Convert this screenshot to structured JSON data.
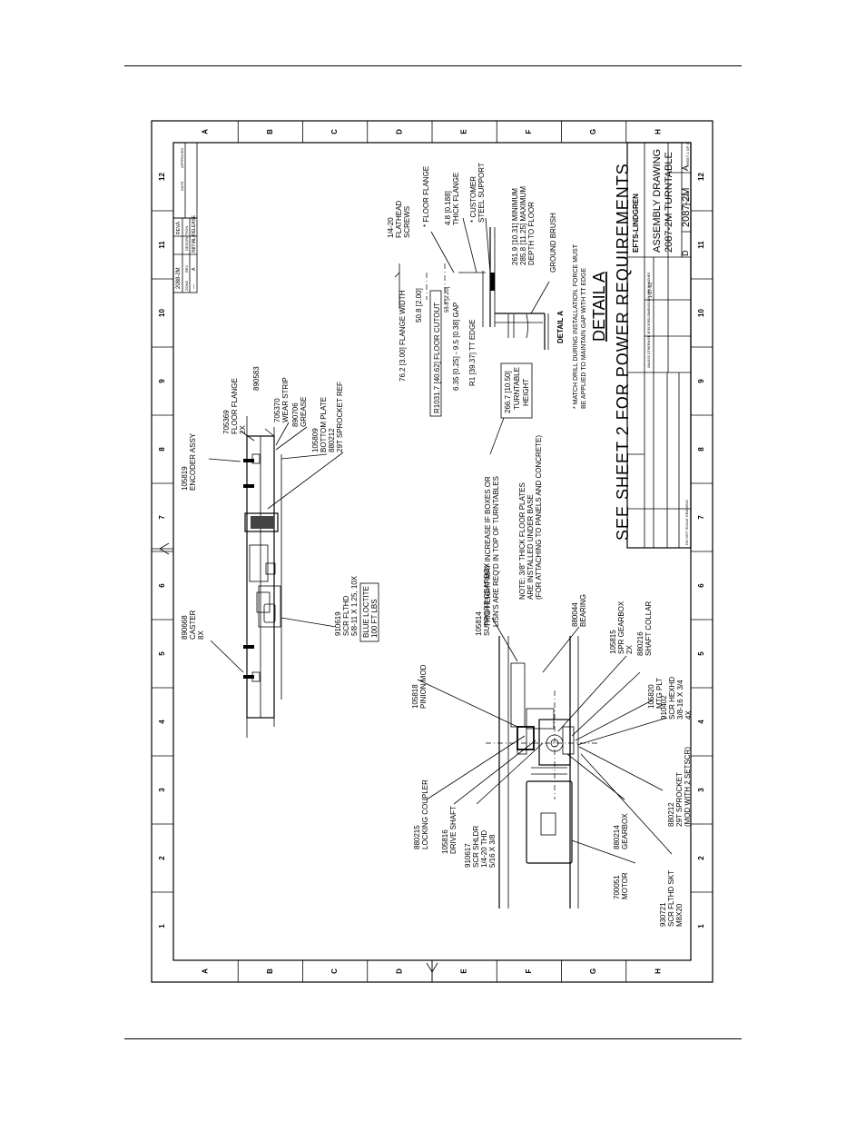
{
  "border": {
    "top_letters": [
      "A",
      "B",
      "C",
      "D",
      "E",
      "F",
      "G",
      "H"
    ],
    "bottom_letters": [
      "A",
      "B",
      "C",
      "D",
      "E",
      "F",
      "G",
      "H"
    ],
    "left_numbers": [
      "12",
      "11",
      "10",
      "9",
      "8",
      "7",
      "6",
      "5",
      "4",
      "3",
      "2",
      "1"
    ],
    "right_numbers": [
      "12",
      "11",
      "10",
      "9",
      "8",
      "7",
      "6",
      "5",
      "4",
      "3",
      "2",
      "1"
    ]
  },
  "revision_block": {
    "dwg_no": "2088-2M",
    "rev_col": "REV",
    "rev_val": "A",
    "header_zone": "ZONE",
    "header_rev": "REV",
    "header_description": "DESCRIPTION",
    "header_date": "DATE",
    "header_approved": "APPROVED",
    "row_zone": "—",
    "row_rev": "A",
    "row_desc": "INITIAL RELEASE"
  },
  "title_block": {
    "company": "EFTS-LINDGREN",
    "title_line1": "ASSEMBLY DRAWING",
    "title_line2": "2087-2M TURNTABLE",
    "size": "D",
    "dwg_no": "2087-2M",
    "rev": "A",
    "date": "1-27-02",
    "sheet": "SHEET 1 OF 3",
    "scale": "NONE",
    "not_scale": "DO NOT SCALE DRAWING",
    "tolerances": "UNLESS OTHERWISE SPECIFIED DIMENSIONS ARE IN INCHES"
  },
  "labels": {
    "encoder": [
      "105819",
      "ENCODER ASSY"
    ],
    "floor_flange_top": [
      "705369",
      "FLOOR FLANGE",
      "2X"
    ],
    "part_890583": [
      "890583"
    ],
    "wear_strip": [
      "705370",
      "WEAR STRIP"
    ],
    "grease": [
      "890706",
      "GREASE"
    ],
    "bottom_plate": [
      "105809",
      "BOTTOM PLATE"
    ],
    "sprocket_ref": [
      "880212",
      "29T SPROCKET REF"
    ],
    "caster": [
      "890668",
      "CASTER",
      "8X"
    ],
    "scr_flthd": [
      "910619",
      "SCR FLTHD",
      "5/8-11 X 1.25, 10X"
    ],
    "loctite": [
      "BLUE LOCTITE",
      "100 FT LBS"
    ],
    "pinion": [
      "105818",
      "PINION MOD"
    ],
    "support_gearbox": [
      "105814",
      "SUPPORT GEARBOX"
    ],
    "bearing": [
      "880044",
      "BEARING"
    ],
    "spr_gearbox": [
      "105815",
      "SPR GEARBOX",
      "2X"
    ],
    "shaft_collar": [
      "880216",
      "SHAFT COLLAR"
    ],
    "mtg_plt": [
      "105820",
      "MTG PLT"
    ],
    "scr_hexhd": [
      "910402",
      "SCR HEXHD",
      "3/8-16 X 3/4",
      "4X"
    ],
    "locking_coupler": [
      "880215",
      "LOCKING COUPLER"
    ],
    "drive_shaft": [
      "105816",
      "DRIVE SHAFT"
    ],
    "scr_shldr": [
      "910617",
      "SCR SHLDR",
      "1/4-20 THD",
      "5/16 X 3/8"
    ],
    "gearbox": [
      "880214",
      "GEARBOX"
    ],
    "sprocket": [
      "880212",
      "29T SPROCKET",
      "(MOD WITH 2 SETSCR)"
    ],
    "motor": [
      "700051",
      "MOTOR"
    ],
    "scr_flthd_skt": [
      "930721",
      "SCR FLTHD SKT",
      "M8X20"
    ],
    "height_note": [
      "THIS HEIGHT MAY INCREASE IF BOXES OR",
      "LISN'S ARE REQ'D IN TOP OF TURNTABLES"
    ],
    "floor_plate_note": [
      "NOTE: 3/8\" THICK FLOOR PLATES",
      "ARE INSTALLED UNDER BASE",
      "(FOR ATTACHING TO PANELS AND CONCRETE)"
    ],
    "flange_width": "76.2 [3.00] FLANGE WIDTH",
    "dim_50_8": "50.8 [2.00]",
    "floor_cutout": "R1031.7 [40.62] FLOOR CUTOUT",
    "dim_55_8": "55.8 [2.20]",
    "gap": "6.35 [0.25] - 9.5 [0.38] GAP",
    "tt_edge": "R1 [39.37] TT EDGE",
    "turntable_height": [
      "266.7 [10.50]",
      "TURNTABLE",
      "HEIGHT"
    ],
    "flathead": [
      "1/4-20",
      "FLATHEAD",
      "SCREWS"
    ],
    "floor_flange_detail": "* FLOOR FLANGE",
    "thick_flange": [
      "4.8 [0.188]",
      "THICK FLANGE"
    ],
    "customer_steel": [
      "* CUSTOMER",
      "STEEL SUPPORT"
    ],
    "depth": [
      "261.9 [10.31] MINIMUM",
      "285.8 [11.25] MAXIMUM",
      "DEPTH TO FLOOR"
    ],
    "ground_brush": "GROUND BRUSH",
    "detail_a_small": "DETAIL A",
    "match_drill": [
      "* MATCH DRILL DURING INSTALLATION. FORCE MUST",
      "BE APPLIED TO MAINTAIN GAP WITH TT EDGE"
    ],
    "detail_a": "DETAIL A",
    "see_sheet": "SEE SHEET 2 FOR POWER REQUIREMENTS"
  }
}
